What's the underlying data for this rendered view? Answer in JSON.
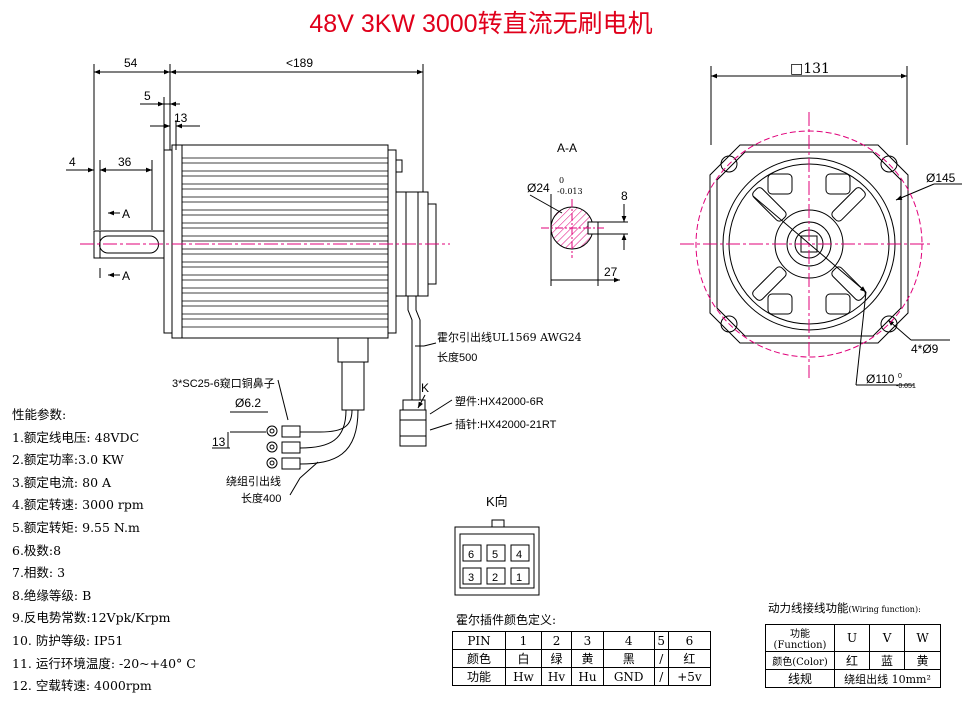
{
  "title": "48V 3KW 3000转直流无刷电机",
  "dims": {
    "d54": "54",
    "d189": "<189",
    "d5": "5",
    "d13top": "13",
    "d4": "4",
    "d36": "36",
    "secA1": "A",
    "secA2": "A",
    "secAA": "A-A",
    "d24": "Ø24",
    "d24tol_top": "0",
    "d24tol_bot": "-0.013",
    "d8": "8",
    "d27": "27",
    "d131": "□131",
    "d145": "Ø145",
    "d4x9": "4*Ø9",
    "d110": "Ø110",
    "d110tol_top": "0",
    "d110tol_bot": "-0.051",
    "sc25": "3*SC25-6窥口铜鼻子",
    "d62": "Ø6.2",
    "d13low": "13",
    "hall_wire": "霍尔引出线UL1569 AWG24",
    "hall_len": "长度500",
    "k_mark": "K",
    "plug_shell": "塑件:HX42000-6R",
    "plug_pin": "插针:HX42000-21RT",
    "winding_wire": "绕组引出线",
    "winding_len": "长度400",
    "k_view": "K向"
  },
  "connector_pins": [
    "6",
    "5",
    "4",
    "3",
    "2",
    "1"
  ],
  "specs": {
    "heading": "性能参数:",
    "items": [
      "1.额定线电压: 48VDC",
      "2.额定功率:3.0 KW",
      "3.额定电流: 80 A",
      "4.额定转速: 3000 rpm",
      "5.额定转矩: 9.55 N.m",
      "6.极数:8",
      "7.相数: 3",
      "8.绝缘等级: B",
      "9.反电势常数:12Vpk/Krpm",
      "10. 防护等级: IP51",
      "11. 运行环境温度: -20~+40° C",
      "12. 空载转速: 4000rpm"
    ]
  },
  "hall_table": {
    "caption": "霍尔插件颜色定义:",
    "rows": [
      [
        "PIN",
        "1",
        "2",
        "3",
        "4",
        "5",
        "6"
      ],
      [
        "颜色",
        "白",
        "绿",
        "黄",
        "黑",
        "/",
        "红"
      ],
      [
        "功能",
        "Hw",
        "Hv",
        "Hu",
        "GND",
        "/",
        "+5v"
      ]
    ]
  },
  "power_table": {
    "caption": "动力线接线功能",
    "caption_small": "(Wiring function):",
    "rows": [
      [
        "功能(Function)",
        "U",
        "V",
        "W"
      ],
      [
        "颜色(Color)",
        "红",
        "蓝",
        "黄"
      ],
      [
        "线规",
        "绕组出线 10mm²"
      ]
    ]
  },
  "colors": {
    "title": "#e0001b",
    "centerline": "#e0007a",
    "line": "#000000"
  }
}
